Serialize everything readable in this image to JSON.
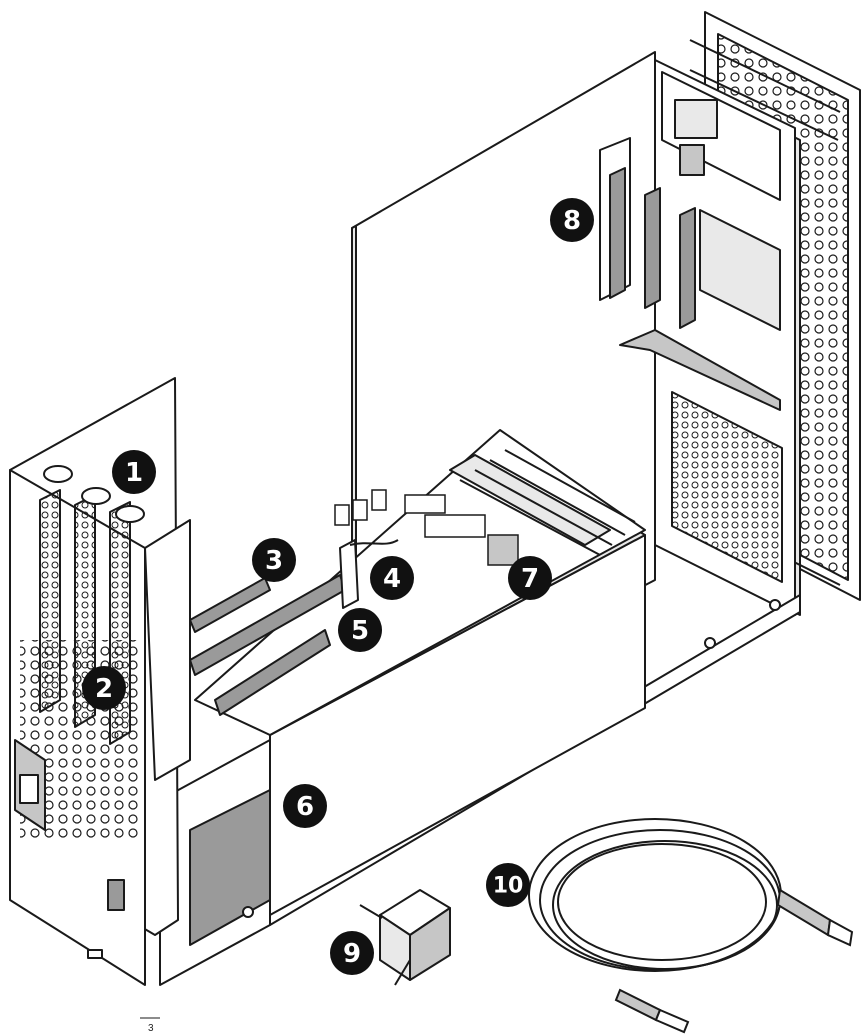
{
  "callouts": [
    {
      "label": "1"
    },
    {
      "label": "2"
    },
    {
      "label": "3"
    },
    {
      "label": "4"
    },
    {
      "label": "5"
    },
    {
      "label": "6"
    },
    {
      "label": "7"
    },
    {
      "label": "8"
    },
    {
      "label": "9"
    },
    {
      "label": "10"
    }
  ],
  "page_number": "3",
  "colors": {
    "stroke": "#1a1a1a",
    "callout_fill": "#111111",
    "shade_dark": "#9a9a9a",
    "shade_mid": "#c6c6c6",
    "shade_light": "#e9e9e9"
  }
}
